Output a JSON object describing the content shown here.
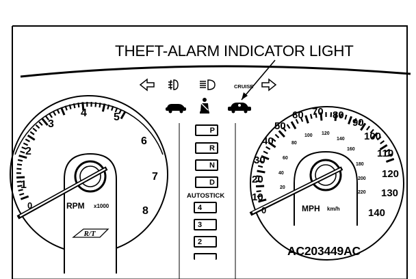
{
  "callout_label": "THEFT-ALARM INDICATOR LIGHT",
  "figure_code": "AC203449AC",
  "tachometer": {
    "numbers": [
      "0",
      "1",
      "2",
      "3",
      "4",
      "5",
      "6",
      "7",
      "8"
    ],
    "unit_main": "RPM",
    "unit_sub": "x1000",
    "badge": "R/T"
  },
  "speedometer": {
    "mph_numbers": [
      "0",
      "10",
      "20",
      "30",
      "40",
      "50",
      "60",
      "70",
      "80",
      "90",
      "100",
      "110",
      "120",
      "130",
      "140"
    ],
    "kmh_numbers": [
      "20",
      "40",
      "60",
      "80",
      "100",
      "120",
      "140",
      "160",
      "180",
      "200",
      "220"
    ],
    "unit_main": "MPH",
    "unit_sub": "km/h"
  },
  "indicators": {
    "cruise_label": "CRUISE",
    "icons": [
      "turn-left-arrow",
      "front-fog-lamp",
      "headlamp-high-beam",
      "turn-right-arrow",
      "door-ajar-car",
      "seatbelt-warning",
      "theft-alarm-car"
    ]
  },
  "gear_selector": {
    "positions": [
      "P",
      "R",
      "N",
      "D"
    ],
    "autostick_label": "AUTOSTICK",
    "autostick_gears": [
      "4",
      "3",
      "2"
    ]
  }
}
